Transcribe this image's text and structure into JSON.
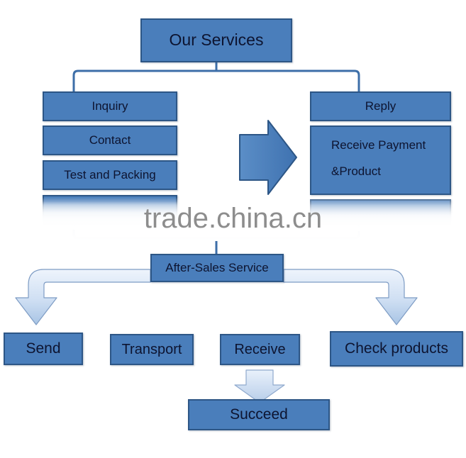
{
  "diagram": {
    "title_box": {
      "label": "Our Services"
    },
    "left_column": [
      {
        "label": "Inquiry"
      },
      {
        "label": "Contact"
      },
      {
        "label": "Test and Packing"
      },
      {
        "label": ""
      }
    ],
    "right_column": [
      {
        "label": "Reply"
      },
      {
        "line1": "Receive Payment",
        "line2": "&Product"
      },
      {
        "label": ""
      }
    ],
    "middle_arrow": {
      "name": "right-block-arrow"
    },
    "after_sales": {
      "label": "After-Sales Service"
    },
    "bottom_row": [
      {
        "label": "Send"
      },
      {
        "label": "Transport"
      },
      {
        "label": "Receive"
      },
      {
        "label": "Check products"
      }
    ],
    "final_box": {
      "label": "Succeed"
    },
    "watermark": {
      "text": "trade.china.cn"
    },
    "colors": {
      "box_fill": "#4a7ebb",
      "box_border": "#2d5686",
      "connector": "#3d6ea8",
      "arrow_light_start": "#dfe9f7",
      "arrow_light_end": "#b9cfea",
      "watermark_text": "#8d8d8d",
      "text": "#0d1430",
      "background": "#ffffff"
    }
  }
}
